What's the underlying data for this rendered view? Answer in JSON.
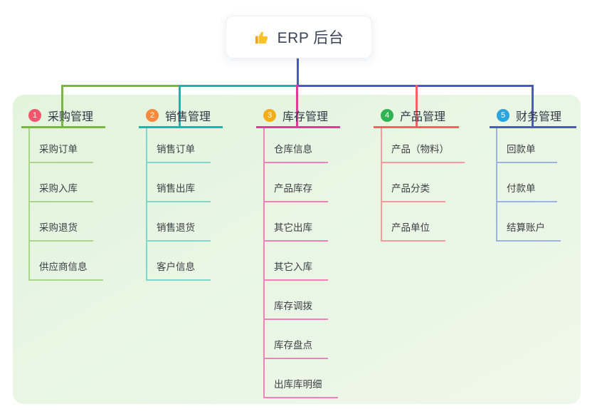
{
  "root": {
    "title": "ERP 后台",
    "icon": "thumbs-up-icon",
    "icon_color": "#f7b824",
    "connector_color": "#4a5ac2"
  },
  "branches": [
    {
      "index": "1",
      "label": "采购管理",
      "badge_color": "#f2566d",
      "line_color": "#79b83f",
      "child_line_color": "#abd58c",
      "children": [
        "采购订单",
        "采购入库",
        "采购退货",
        "供应商信息"
      ]
    },
    {
      "index": "2",
      "label": "销售管理",
      "badge_color": "#f78a3e",
      "line_color": "#14b8aa",
      "child_line_color": "#82d6cc",
      "children": [
        "销售订单",
        "销售出库",
        "销售退货",
        "客户信息"
      ]
    },
    {
      "index": "3",
      "label": "库存管理",
      "badge_color": "#f6ae17",
      "line_color": "#e23a98",
      "child_line_color": "#f07fbb",
      "children": [
        "仓库信息",
        "产品库存",
        "其它出库",
        "其它入库",
        "库存调拨",
        "库存盘点",
        "出库库明细"
      ]
    },
    {
      "index": "4",
      "label": "产品管理",
      "badge_color": "#30b351",
      "line_color": "#f85f63",
      "child_line_color": "#f9989d",
      "children": [
        "产品（物料）",
        "产品分类",
        "产品单位"
      ]
    },
    {
      "index": "5",
      "label": "财务管理",
      "badge_color": "#29a6df",
      "line_color": "#4a5ac2",
      "child_line_color": "#9fb2e4",
      "children": [
        "回款单",
        "付款单",
        "结算账户"
      ]
    }
  ]
}
